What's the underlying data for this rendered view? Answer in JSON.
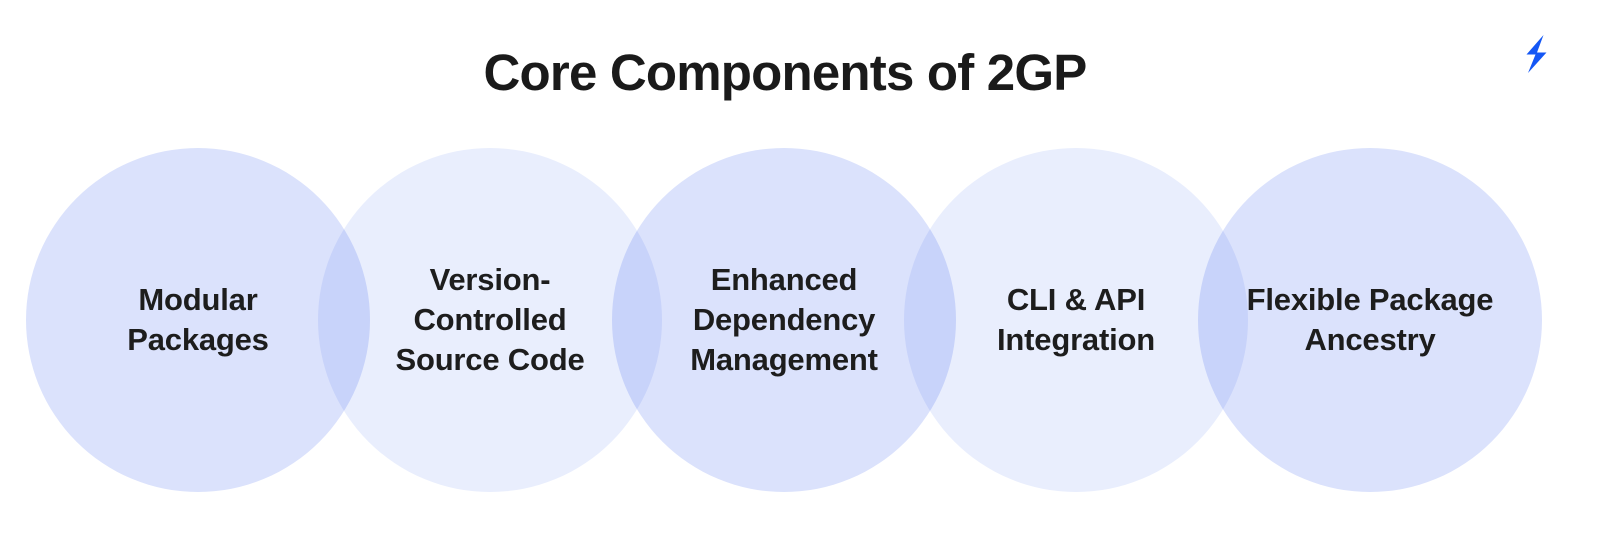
{
  "slide": {
    "title": "Core Components of 2GP",
    "background_color": "#FFFFFF",
    "title_color": "#1A1A1A"
  },
  "brand": {
    "icon": "lightning-bolt-icon",
    "color": "#1457F5"
  },
  "diagram": {
    "type": "overlapping-circles",
    "circle_colors": {
      "dark": "#DBE2FC",
      "light": "#E9EEFD",
      "overlap": "#C8D3F9"
    },
    "nodes": [
      {
        "label": "Modular\nPackages",
        "shade": "dark"
      },
      {
        "label": "Version-\nControlled\nSource Code",
        "shade": "light"
      },
      {
        "label": "Enhanced\nDependency\nManagement",
        "shade": "dark"
      },
      {
        "label": "CLI & API\nIntegration",
        "shade": "light"
      },
      {
        "label": "Flexible Package\nAncestry",
        "shade": "dark"
      }
    ]
  }
}
